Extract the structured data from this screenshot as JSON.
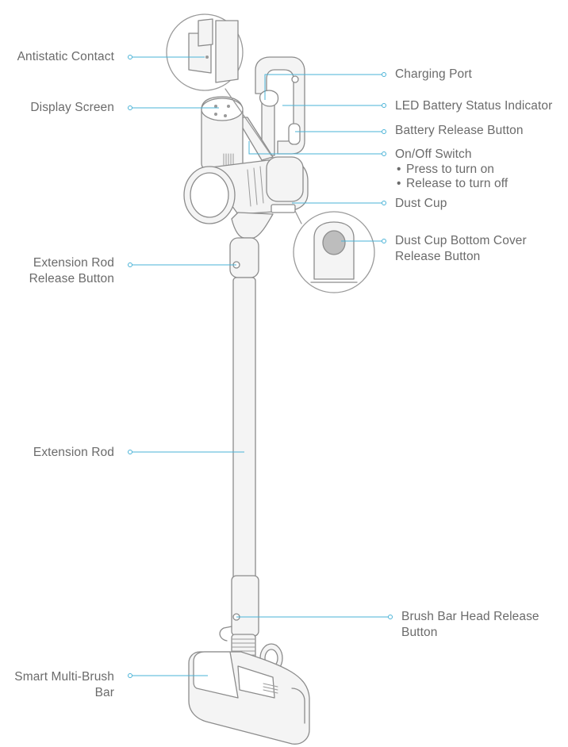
{
  "colors": {
    "leader": "#4ab3d7",
    "outline": "#8c8c8c",
    "fill": "#f4f4f4",
    "label": "#6b6b6b"
  },
  "labels": {
    "antistatic_contact": "Antistatic Contact",
    "display_screen": "Display Screen",
    "extension_rod_release": [
      "Extension Rod",
      "Release Button"
    ],
    "extension_rod": "Extension Rod",
    "smart_brush": [
      "Smart Multi-Brush",
      "Bar"
    ],
    "charging_port": "Charging Port",
    "led_indicator": "LED Battery Status Indicator",
    "battery_release": "Battery Release Button",
    "onoff_switch": {
      "title": "On/Off Switch",
      "items": [
        "Press to turn on",
        "Release to turn off"
      ]
    },
    "dust_cup": "Dust Cup",
    "dust_cup_cover": [
      "Dust Cup Bottom Cover",
      "Release Button"
    ],
    "brush_head_release": [
      "Brush Bar Head Release",
      "Button"
    ]
  }
}
